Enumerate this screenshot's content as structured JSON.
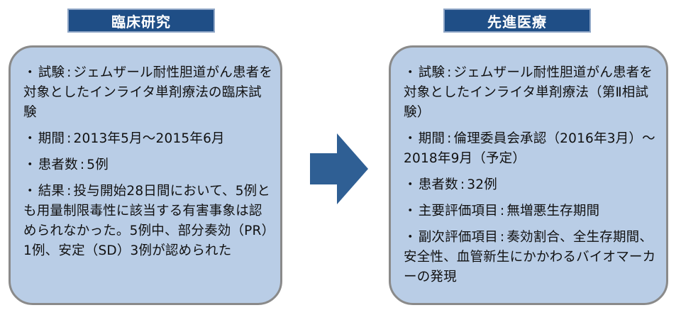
{
  "left": {
    "header": "臨床研究",
    "items": [
      {
        "label": "試験",
        "value": "ジェムザール耐性胆道がん患者を対象としたインライタ単剤療法の臨床試験"
      },
      {
        "label": "期間",
        "value": "2013年5月～2015年6月"
      },
      {
        "label": "患者数",
        "value": "5例"
      },
      {
        "label": "結果",
        "value": "投与開始28日間において、5例とも用量制限毒性に該当する有害事象は認められなかった。5例中、部分奏効（PR）1例、安定（SD）3例が認められた"
      }
    ]
  },
  "right": {
    "header": "先進医療",
    "items": [
      {
        "label": "試験",
        "value": "ジェムザール耐性胆道がん患者を対象としたインライタ単剤療法（第Ⅱ相試験）"
      },
      {
        "label": "期間",
        "value": "倫理委員会承認（2016年3月）～2018年9月（予定）"
      },
      {
        "label": "患者数",
        "value": "32例"
      },
      {
        "label": "主要評価項目",
        "value": "無増悪生存期間"
      },
      {
        "label": "副次評価項目",
        "value": "奏効割合、全生存期間、安全性、血管新生にかかわるバイオマーカーの発現"
      }
    ]
  },
  "colors": {
    "header_bg": "#1f4e86",
    "card_bg": "#b9cde6",
    "arrow": "#2f5f94"
  }
}
